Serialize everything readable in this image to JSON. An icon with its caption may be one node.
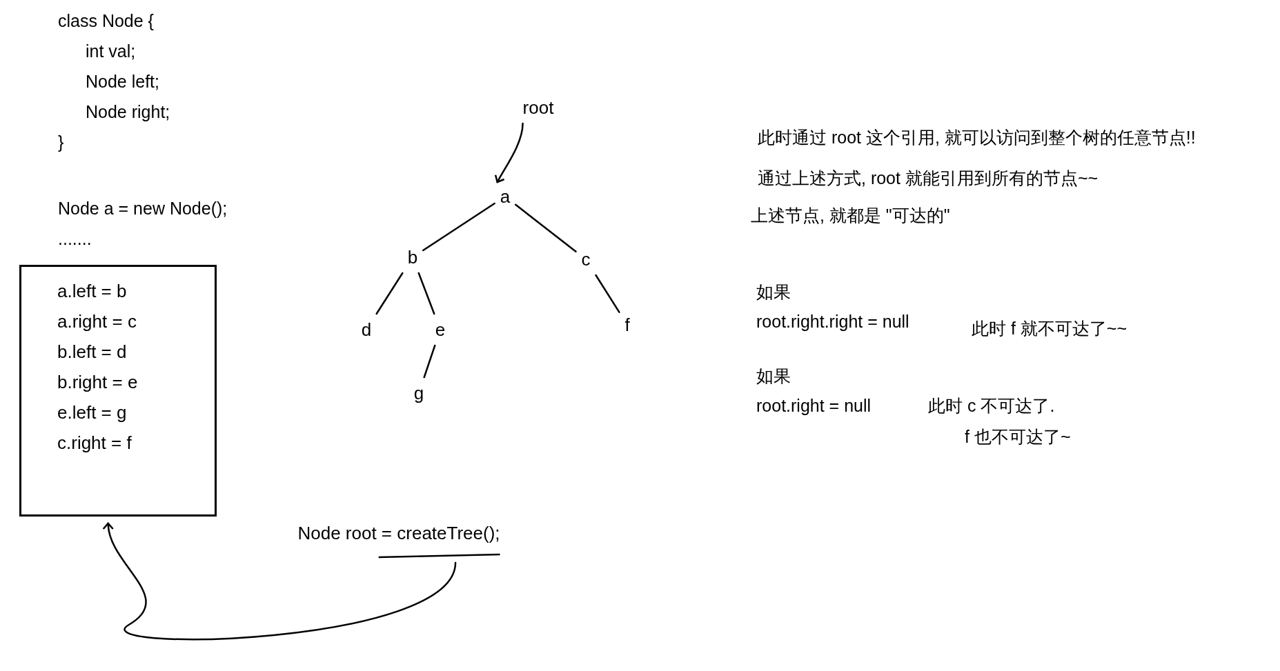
{
  "diagram": {
    "nodes": [
      {
        "text": [
          "root"
        ]
      },
      {
        "text": [
          "a"
        ]
      },
      {
        "text": [
          "b"
        ]
      },
      {
        "text": [
          "c"
        ]
      },
      {
        "text": [
          "d"
        ]
      },
      {
        "text": [
          "e"
        ]
      },
      {
        "text": [
          "f"
        ]
      },
      {
        "text": [
          "g"
        ]
      },
      {
        "text": [
          "a.left = b",
          "a.right = c",
          "b.left = d",
          "b.right = e",
          "e.left = g",
          "c.right = f"
        ]
      },
      {
        "text": [
          "Node root = createTree();"
        ]
      }
    ],
    "edges": [
      {
        "from": 0,
        "to": 1,
        "arrow": "to"
      },
      {
        "from": 1,
        "to": 2,
        "arrow": "none"
      },
      {
        "from": 1,
        "to": 3,
        "arrow": "none"
      },
      {
        "from": 2,
        "to": 4,
        "arrow": "none"
      },
      {
        "from": 2,
        "to": 5,
        "arrow": "none"
      },
      {
        "from": 3,
        "to": 6,
        "arrow": "none"
      },
      {
        "from": 5,
        "to": 7,
        "arrow": "none"
      },
      {
        "from": 9,
        "to": 8,
        "arrow": "to"
      }
    ],
    "labels": [
      "class Node {",
      "int val;",
      "Node left;",
      "Node right;",
      "}",
      "Node a = new Node();",
      ".......",
      "此时通过 root 这个引用, 就可以访问到整个树的任意节点!!",
      "通过上述方式, root 就能引用到所有的节点~~",
      "上述节点, 就都是 \"可达的\"",
      "如果",
      "root.right.right = null",
      "此时 f 就不可达了~~",
      "如果",
      "root.right = null",
      "此时 c 不可达了.",
      "f 也不可达了~"
    ]
  }
}
